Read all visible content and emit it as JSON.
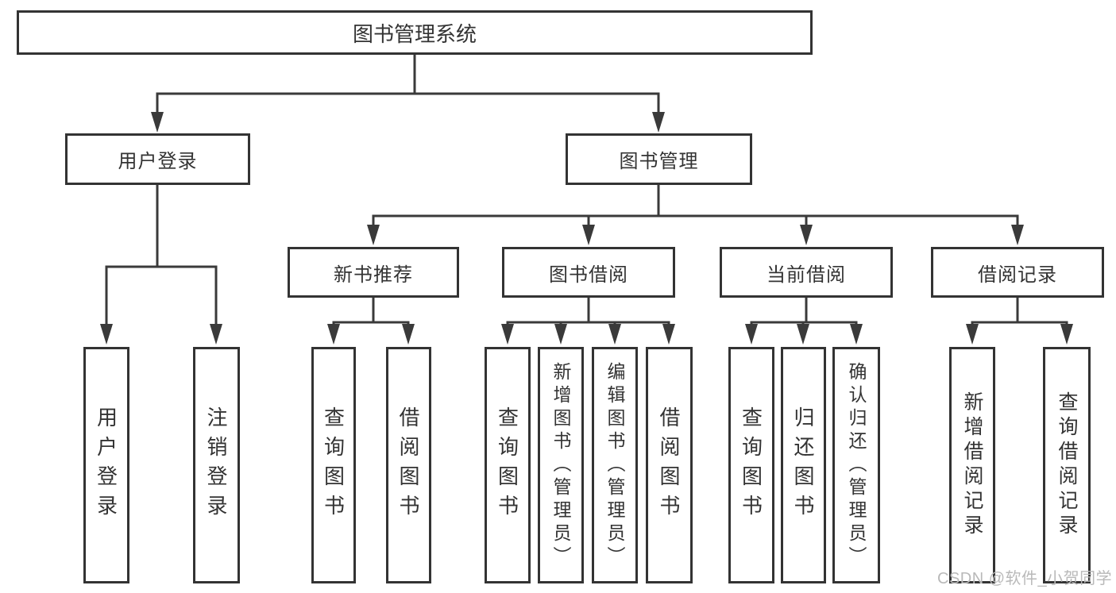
{
  "colors": {
    "line": "#3a3a3a",
    "box_border": "#333333",
    "text": "#333333",
    "watermark": "#b9b9b9",
    "background": "#ffffff"
  },
  "watermark": {
    "text": "CSDN @软件_小贺同学"
  },
  "tree": {
    "label": "图书管理系统",
    "children": [
      {
        "label": "用户登录",
        "children": [
          {
            "label": "用户登录"
          },
          {
            "label": "注销登录"
          }
        ]
      },
      {
        "label": "图书管理",
        "children": [
          {
            "label": "新书推荐",
            "children": [
              {
                "label": "查询图书"
              },
              {
                "label": "借阅图书"
              }
            ]
          },
          {
            "label": "图书借阅",
            "children": [
              {
                "label": "查询图书"
              },
              {
                "label": "新增图书（管理员）"
              },
              {
                "label": "编辑图书（管理员）"
              },
              {
                "label": "借阅图书"
              }
            ]
          },
          {
            "label": "当前借阅",
            "children": [
              {
                "label": "查询图书"
              },
              {
                "label": "归还图书"
              },
              {
                "label": "确认归还（管理员）"
              }
            ]
          },
          {
            "label": "借阅记录",
            "children": [
              {
                "label": "新增借阅记录"
              },
              {
                "label": "查询借阅记录"
              }
            ]
          }
        ]
      }
    ]
  }
}
